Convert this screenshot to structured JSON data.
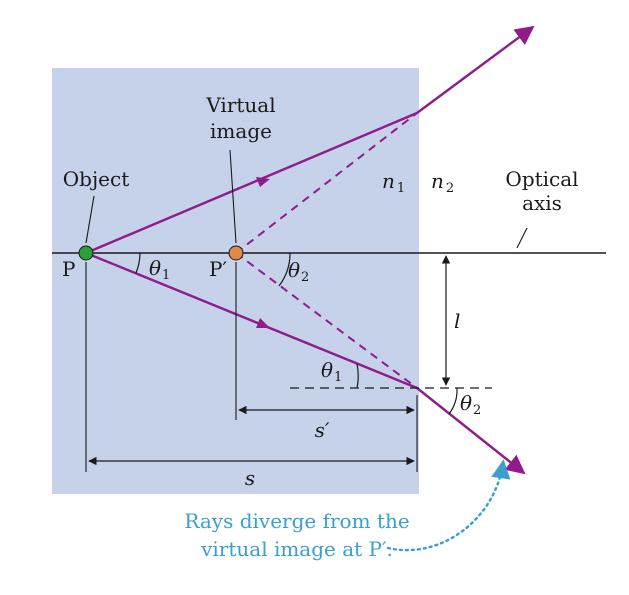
{
  "labels": {
    "virtual_image_line1": "Virtual",
    "virtual_image_line2": "image",
    "object": "Object",
    "optical_axis_line1": "Optical",
    "optical_axis_line2": "axis",
    "P": "P",
    "P_prime": "P′",
    "n1": "n",
    "n1_sub": "1",
    "n2": "n",
    "n2_sub": "2",
    "theta": "θ",
    "sub1": "1",
    "sub2": "2",
    "l": "l",
    "s": "s",
    "s_prime": "s′"
  },
  "note": {
    "line1": "Rays diverge from the",
    "line2": "virtual image at P′."
  },
  "colors": {
    "medium": "#c5d2ea",
    "ray": "#8e1c8a",
    "object_point": "#2e9e3a",
    "image_point": "#e08a4a",
    "note": "#3a9fd0",
    "line": "#1a1a1a"
  }
}
